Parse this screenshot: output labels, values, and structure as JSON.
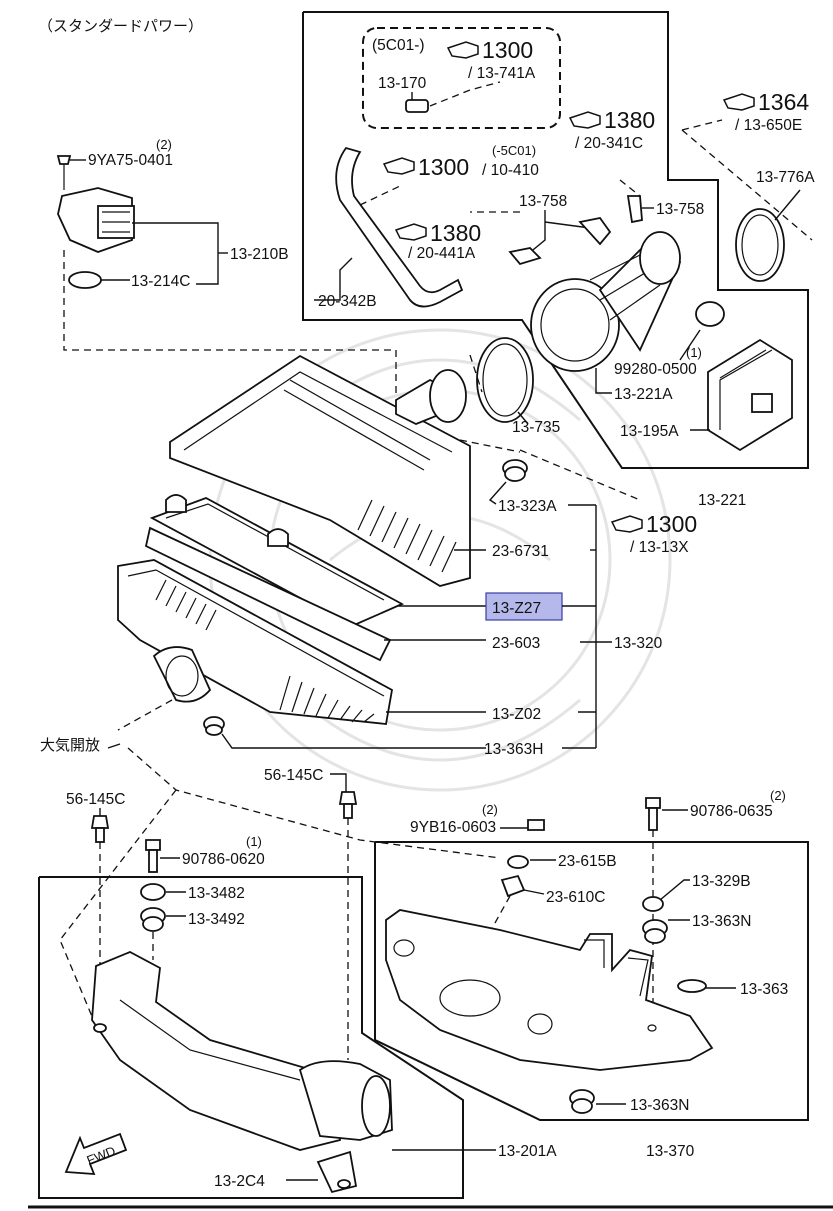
{
  "header": {
    "variant": "（スタンダードパワー）"
  },
  "highlight_color": "#b5b8ea",
  "labels": {
    "p9YA75": "9YA75-0401",
    "p9YA75_qty": "(2)",
    "p13_210B": "13-210B",
    "p13_214C": "13-214C",
    "p5C01": "(5C01-)",
    "ref1300a_num": "1300",
    "ref1300a_sub": "/ 13-741A",
    "p13_170": "13-170",
    "ref1380a_num": "1380",
    "ref1380a_sub": "/ 20-341C",
    "ref1364_num": "1364",
    "ref1364_sub": "/ 13-650E",
    "ref1300b_num": "1300",
    "ref1300b_sub": "/ 10-410",
    "ref1300b_note": "(-5C01)",
    "p13_758a": "13-758",
    "p13_758b": "13-758",
    "p13_776A": "13-776A",
    "ref1380b_num": "1380",
    "ref1380b_sub": "/ 20-441A",
    "p20_342B": "20-342B",
    "p99280": "99280-0500",
    "p99280_qty": "(1)",
    "p13_221A": "13-221A",
    "p13_195A": "13-195A",
    "p13_735": "13-735",
    "p13_221": "13-221",
    "p13_323A": "13-323A",
    "ref1300c_num": "1300",
    "ref1300c_sub": "/ 13-13X",
    "p23_6731": "23-6731",
    "p13_Z27": "13-Z27",
    "p23_603": "23-603",
    "p13_320": "13-320",
    "p13_Z02": "13-Z02",
    "p13_363H": "13-363H",
    "atmo": "大気開放",
    "p56_145C_a": "56-145C",
    "p56_145C_b": "56-145C",
    "p9YB16": "9YB16-0603",
    "p9YB16_qty": "(2)",
    "p90786_0635": "90786-0635",
    "p90786_0635_qty": "(2)",
    "p90786_0620": "90786-0620",
    "p90786_0620_qty": "(1)",
    "p23_615B": "23-615B",
    "p13_3482": "13-3482",
    "p23_610C": "23-610C",
    "p13_329B": "13-329B",
    "p13_3492": "13-3492",
    "p13_363N_a": "13-363N",
    "p13_363": "13-363",
    "p13_363N_b": "13-363N",
    "p13_370": "13-370",
    "p13_201A": "13-201A",
    "p13_2C4": "13-2C4",
    "fwd": "FWD"
  }
}
